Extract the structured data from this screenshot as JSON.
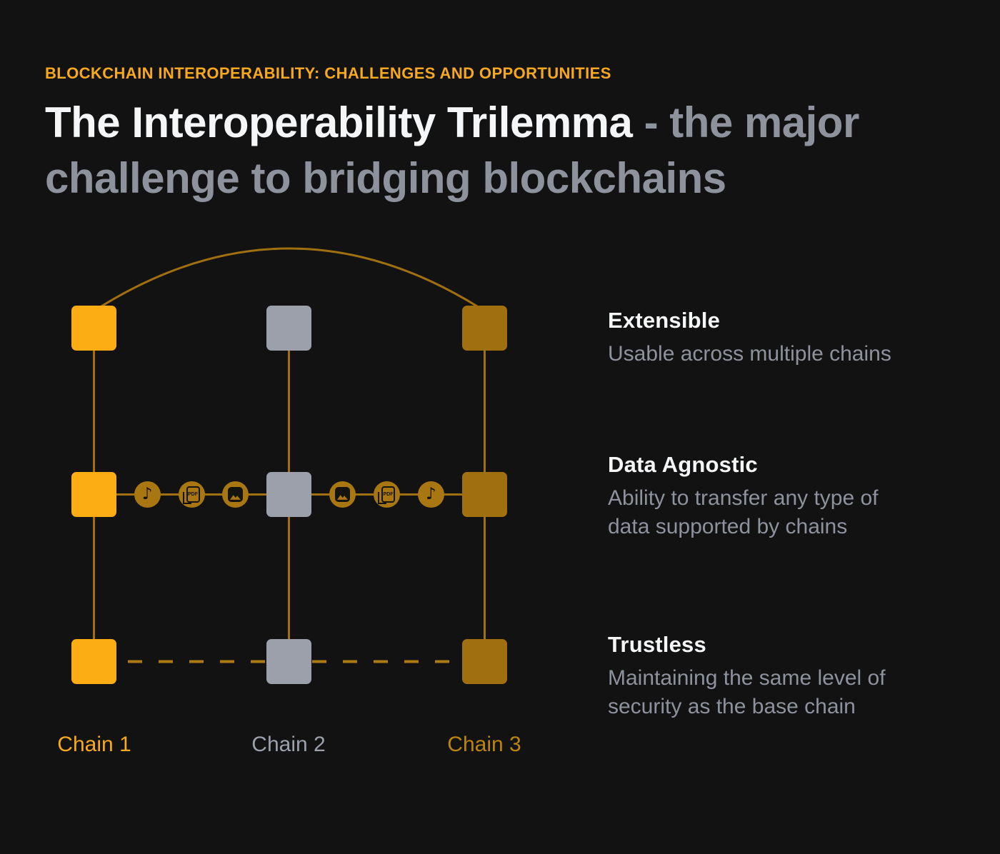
{
  "page": {
    "kicker": "BLOCKCHAIN INTEROPERABILITY: CHALLENGES AND OPPORTUNITIES",
    "title_primary": "The Interoperability Trilemma",
    "title_secondary": "- the major challenge to bridging blockchains"
  },
  "diagram": {
    "chains": [
      {
        "label": "Chain 1",
        "square_color": "#FBAD13",
        "label_color": "#F8A91E"
      },
      {
        "label": "Chain 2",
        "square_color": "#9BA0AB",
        "label_color": "#9BA0AB"
      },
      {
        "label": "Chain 3",
        "square_color": "#A06F10",
        "label_color": "#BA8410"
      }
    ],
    "data_type_icons": [
      "music",
      "pdf",
      "image",
      "image",
      "pdf",
      "music"
    ],
    "music_glyph": "♪",
    "pdf_icon_label": "PDF"
  },
  "features": [
    {
      "title": "Extensible",
      "description": "Usable across multiple chains"
    },
    {
      "title": "Data Agnostic",
      "description": "Ability  to transfer any type of data supported by chains"
    },
    {
      "title": "Trustless",
      "description": "Maintaining the same level of security as the base chain"
    }
  ],
  "colors": {
    "background": "#121213",
    "kicker_orange": "#F7A81E",
    "title_white": "#F5F6F7",
    "title_gray": "#8D929D",
    "body_gray": "#8D929D",
    "line_gold": "#A06F10",
    "dash_gold": "#AD7912",
    "icon_circle": "#A87711",
    "icon_glyph": "#131310"
  }
}
